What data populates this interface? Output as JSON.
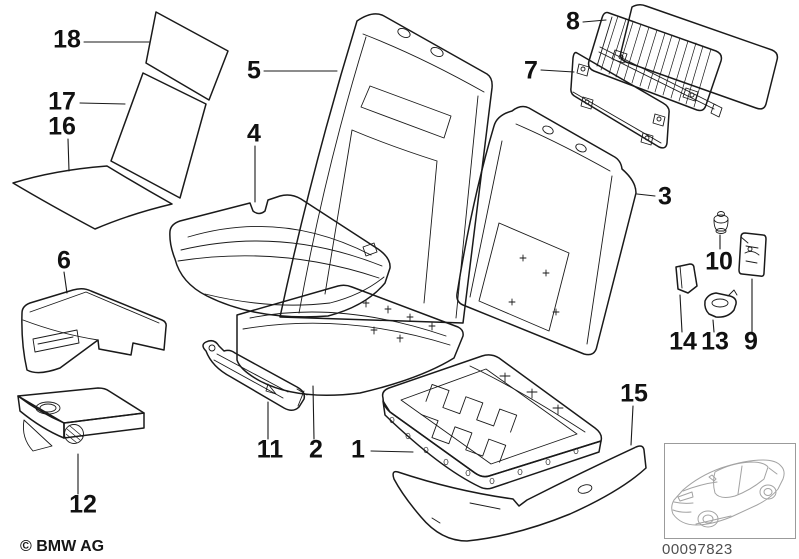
{
  "diagram": {
    "kind": "exploded-parts-diagram",
    "subject_icon": "rear-seat-components-line-art",
    "colors": {
      "line": "#1a1a1a",
      "thumbnail_line": "#a3a3a3",
      "plate_text": "#4f4f4f",
      "background": "#ffffff"
    }
  },
  "callouts": [
    {
      "number": "1"
    },
    {
      "number": "2"
    },
    {
      "number": "3"
    },
    {
      "number": "4"
    },
    {
      "number": "5"
    },
    {
      "number": "6"
    },
    {
      "number": "7"
    },
    {
      "number": "8"
    },
    {
      "number": "9"
    },
    {
      "number": "10"
    },
    {
      "number": "11"
    },
    {
      "number": "12"
    },
    {
      "number": "13"
    },
    {
      "number": "14"
    },
    {
      "number": "15"
    },
    {
      "number": "16"
    },
    {
      "number": "17"
    },
    {
      "number": "18"
    }
  ],
  "footer": {
    "copyright": "© BMW AG"
  },
  "image_plate": {
    "number": "00097823",
    "thumbnail_icon": "bmw-sedan-outline-icon"
  }
}
